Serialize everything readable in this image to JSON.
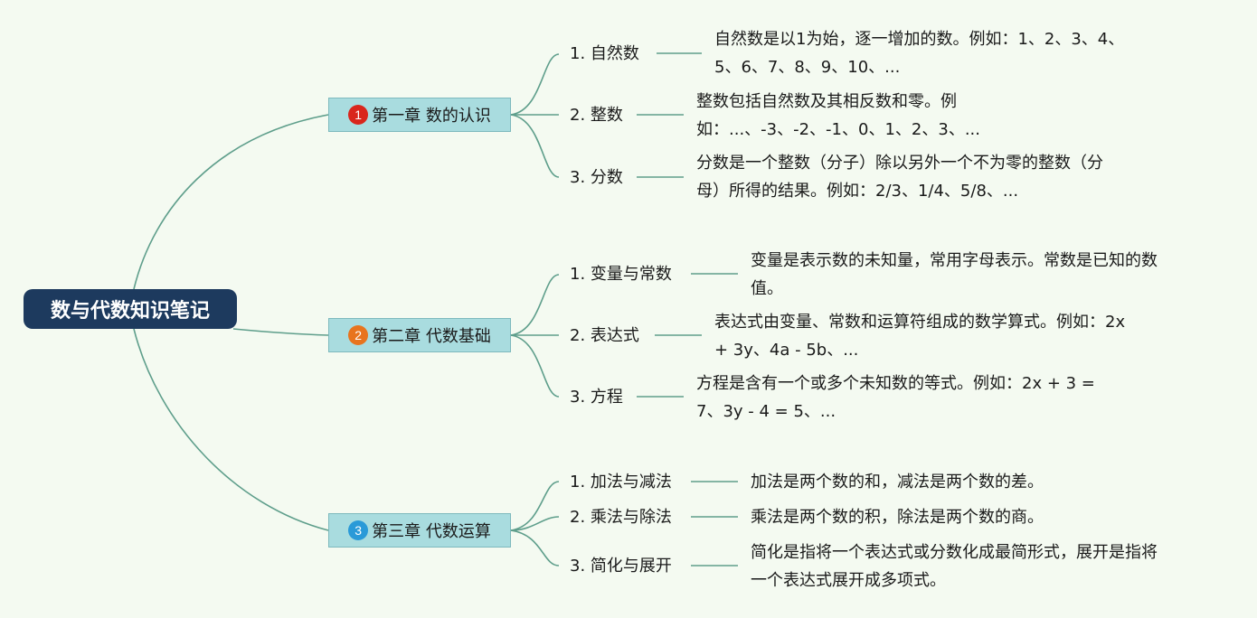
{
  "root": {
    "title": "数与代数知识笔记"
  },
  "colors": {
    "background": "#f4faf1",
    "root_fill": "#1d3a5e",
    "chapter_fill": "#a9dcdf",
    "connector": "#5e9e8b"
  },
  "chapters": [
    {
      "badge": "1",
      "badge_color": "#d9261c",
      "title": "第一章 数的认识",
      "topics": [
        {
          "label": "1. 自然数",
          "desc_lines": [
            "自然数是以1为始，逐一增加的数。例如：1、2、3、4、",
            "5、6、7、8、9、10、..."
          ]
        },
        {
          "label": "2. 整数",
          "desc_lines": [
            "整数包括自然数及其相反数和零。例",
            "如：...、-3、-2、-1、0、1、2、3、..."
          ]
        },
        {
          "label": "3. 分数",
          "desc_lines": [
            "分数是一个整数（分子）除以另外一个不为零的整数（分",
            "母）所得的结果。例如：2/3、1/4、5/8、..."
          ]
        }
      ]
    },
    {
      "badge": "2",
      "badge_color": "#e8741e",
      "title": "第二章 代数基础",
      "topics": [
        {
          "label": "1. 变量与常数",
          "desc_lines": [
            "变量是表示数的未知量，常用字母表示。常数是已知的数",
            "值。"
          ]
        },
        {
          "label": "2. 表达式",
          "desc_lines": [
            "表达式由变量、常数和运算符组成的数学算式。例如：2x",
            "+ 3y、4a - 5b、..."
          ]
        },
        {
          "label": "3. 方程",
          "desc_lines": [
            "方程是含有一个或多个未知数的等式。例如：2x + 3 =",
            "7、3y - 4 = 5、..."
          ]
        }
      ]
    },
    {
      "badge": "3",
      "badge_color": "#2a9ad8",
      "title": "第三章 代数运算",
      "topics": [
        {
          "label": "1. 加法与减法",
          "desc_lines": [
            "加法是两个数的和，减法是两个数的差。"
          ]
        },
        {
          "label": "2. 乘法与除法",
          "desc_lines": [
            "乘法是两个数的积，除法是两个数的商。"
          ]
        },
        {
          "label": "3. 简化与展开",
          "desc_lines": [
            "简化是指将一个表达式或分数化成最简形式，展开是指将",
            "一个表达式展开成多项式。"
          ]
        }
      ]
    }
  ]
}
